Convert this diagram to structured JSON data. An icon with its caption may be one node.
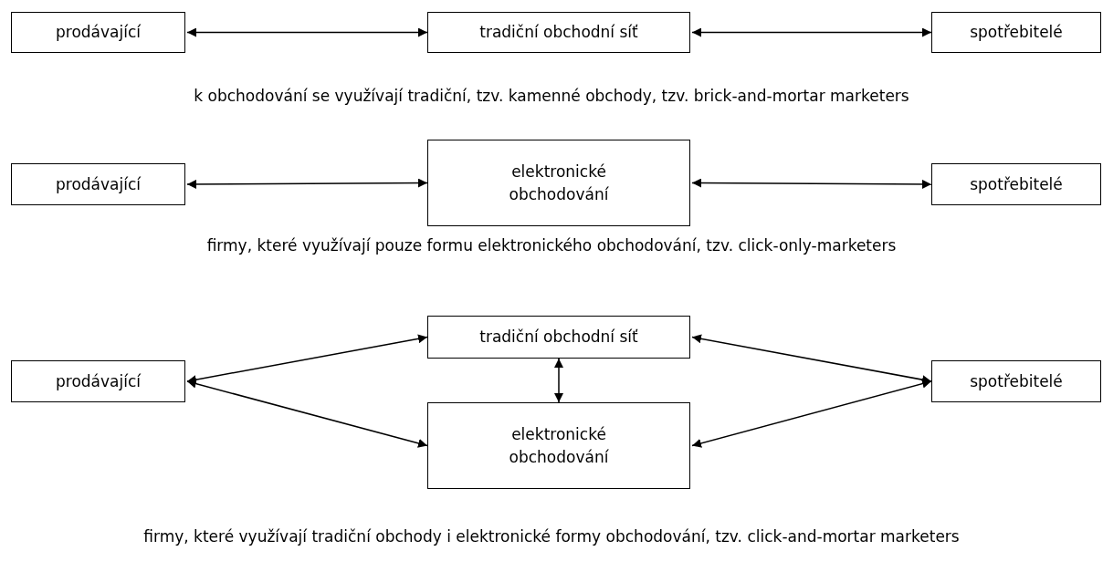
{
  "diagram": {
    "nodes": [
      {
        "text": [
          "prodávající"
        ]
      },
      {
        "text": [
          "tradiční obchodní síť"
        ]
      },
      {
        "text": [
          "spotřebitelé"
        ]
      },
      {
        "text": [
          "prodávající"
        ]
      },
      {
        "text": [
          "elektronické obchodování"
        ]
      },
      {
        "text": [
          "spotřebitelé"
        ]
      },
      {
        "text": [
          "tradiční obchodní síť"
        ]
      },
      {
        "text": [
          "prodávající"
        ]
      },
      {
        "text": [
          "spotřebitelé"
        ]
      },
      {
        "text": [
          "elektronické obchodování"
        ]
      }
    ],
    "edges": [
      {
        "from": 0,
        "to": 1,
        "arrow": "both"
      },
      {
        "from": 1,
        "to": 2,
        "arrow": "both"
      },
      {
        "from": 3,
        "to": 4,
        "arrow": "both"
      },
      {
        "from": 4,
        "to": 5,
        "arrow": "both"
      },
      {
        "from": 7,
        "to": 6,
        "arrow": "both"
      },
      {
        "from": 7,
        "to": 9,
        "arrow": "both"
      },
      {
        "from": 6,
        "to": 9,
        "arrow": "both"
      },
      {
        "from": 6,
        "to": 8,
        "arrow": "both"
      },
      {
        "from": 9,
        "to": 8,
        "arrow": "both"
      }
    ],
    "labels": [
      "k obchodování se využívají tradiční, tzv. kamenné obchody, tzv. brick-and-mortar marketers",
      "firmy, které využívají pouze formu elektronického obchodování, tzv. click-only-marketers",
      "firmy, které využívají tradiční obchody i elektronické formy obchodování, tzv. click-and-mortar marketers"
    ]
  }
}
